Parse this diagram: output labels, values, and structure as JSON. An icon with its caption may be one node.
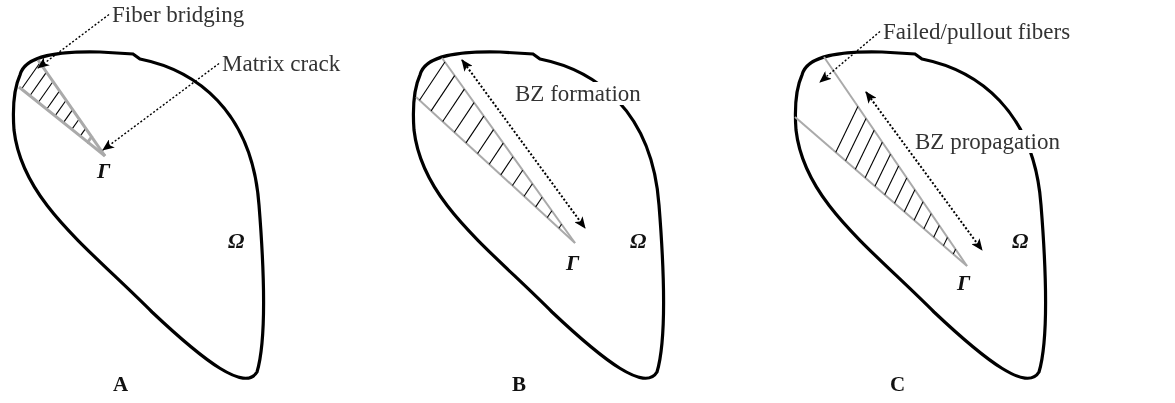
{
  "diagram": {
    "nodes": [
      {
        "text": [
          "Fiber bridging"
        ]
      },
      {
        "text": [],
        "shape": "triangle"
      },
      {
        "text": [
          "Matrix crack"
        ]
      },
      {
        "text": [],
        "shape": "line"
      },
      {
        "text": [
          "Failed/pullout fibers"
        ]
      },
      {
        "text": [],
        "shape": "line"
      }
    ],
    "edges": [
      {
        "from": 0,
        "to": 1,
        "arrow": "to",
        "style": "dashed"
      },
      {
        "from": 2,
        "to": 3,
        "arrow": "to",
        "style": "dashed"
      },
      {
        "from": 4,
        "to": 5,
        "arrow": "to",
        "style": "dashed"
      }
    ],
    "labels": [
      "Γ",
      "Ω",
      "A",
      "BZ formation",
      "Ω",
      "Γ",
      "B",
      "BZ propagation",
      "Ω",
      "Γ",
      "C"
    ]
  }
}
